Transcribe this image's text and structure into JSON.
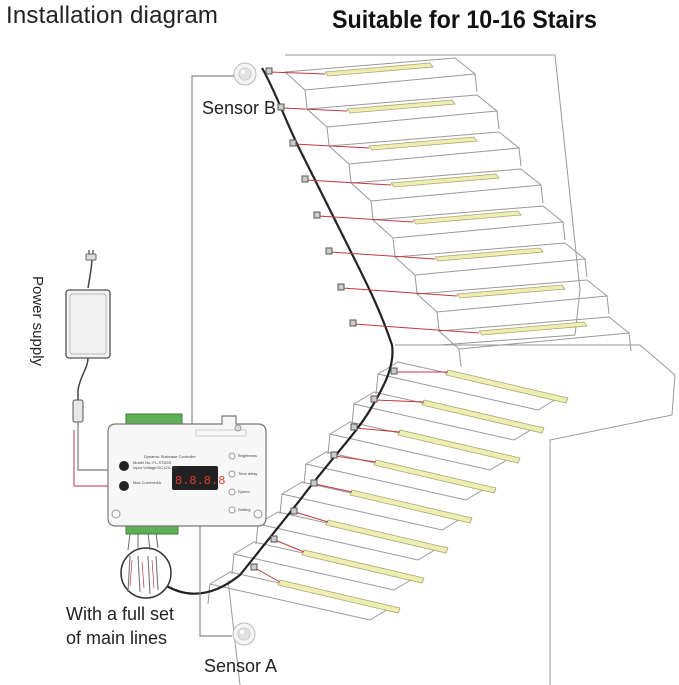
{
  "header": {
    "title_left": "Installation diagram",
    "title_right": "Suitable for 10-16 Stairs"
  },
  "labels": {
    "sensor_b": "Sensor B",
    "sensor_a": "Sensor A",
    "power_supply": "Power supply",
    "main_lines_1": "With a full set",
    "main_lines_2": "of main lines"
  },
  "controller": {
    "name": "Dynamic Staircase Controller",
    "display": "8.8.8.8",
    "left_info": [
      "Model No.:FL-STD5S",
      "Input Voltage:DC12V-24V",
      "Max Current:8A"
    ],
    "right_info": [
      "Brightness",
      "Time delay",
      "Speed",
      "Setting"
    ]
  },
  "colors": {
    "led_strip": "#efeeb0",
    "wire_red": "#c0393b",
    "line_gray": "#888888",
    "controller_display": "#222222",
    "terminal_green": "#5fae58"
  }
}
